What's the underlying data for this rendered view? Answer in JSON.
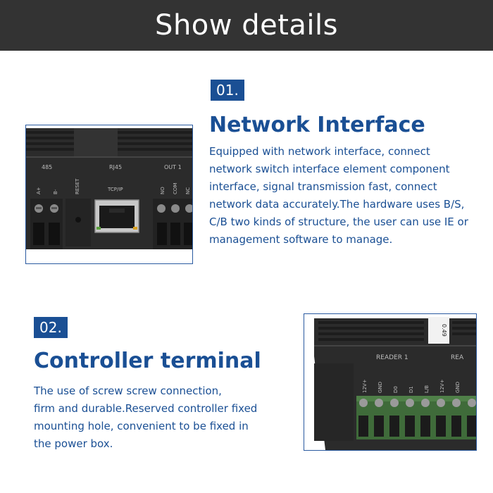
{
  "header": {
    "title": "Show details"
  },
  "sections": [
    {
      "number": "01.",
      "title": "Network Interface",
      "lines": [
        "Equipped with network interface, connect",
        "network switch interface element component",
        "interface, signal transmission fast, connect",
        "network data accurately.The hardware uses B/S,",
        "C/B two kinds of structure, the user can use IE or",
        "management software to manage."
      ],
      "photo": {
        "port_labels": [
          "485",
          "RESET",
          "RJ45",
          "OUT 1",
          "TCP/IP",
          "A+",
          "B-",
          "NO",
          "COM",
          "NC"
        ]
      }
    },
    {
      "number": "02.",
      "title": "Controller terminal",
      "lines": [
        "The use of screw screw connection,",
        "firm and durable.Reserved controller fixed",
        "mounting hole, convenient to be fixed in",
        "the power box."
      ],
      "photo": {
        "port_labels": [
          "READER 1",
          "REA",
          "12V+",
          "GND",
          "D0",
          "D1",
          "L/B",
          "12V+",
          "GND",
          "0.49"
        ]
      }
    }
  ],
  "colors": {
    "header_bg": "#333333",
    "accent": "#1a4f94",
    "device": "#2b2b2b"
  }
}
